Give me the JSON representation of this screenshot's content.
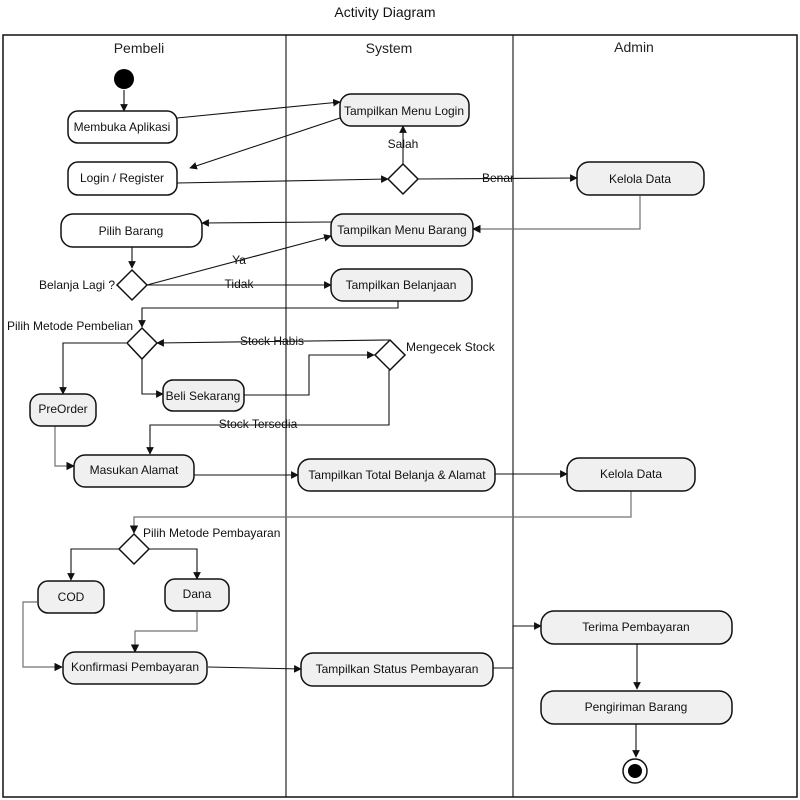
{
  "title": "Activity Diagram",
  "lanes": {
    "pembeli": "Pembeli",
    "system": "System",
    "admin": "Admin"
  },
  "nodes": {
    "membuka_aplikasi": "Membuka Aplikasi",
    "tampilkan_menu_login": "Tampilkan Menu Login",
    "login_register": "Login / Register",
    "kelola_data_1": "Kelola Data",
    "pilih_barang": "Pilih Barang",
    "tampilkan_menu_barang": "Tampilkan Menu Barang",
    "tampilkan_belanjaan": "Tampilkan Belanjaan",
    "preorder": "PreOrder",
    "beli_sekarang": "Beli Sekarang",
    "masukan_alamat": "Masukan Alamat",
    "tampilkan_total": "Tampilkan Total Belanja & Alamat",
    "kelola_data_2": "Kelola Data",
    "cod": "COD",
    "dana": "Dana",
    "konfirmasi_pembayaran": "Konfirmasi Pembayaran",
    "tampilkan_status": "Tampilkan Status Pembayaran",
    "terima_pembayaran": "Terima Pembayaran",
    "pengiriman_barang": "Pengiriman  Barang"
  },
  "decision_labels": {
    "salah": "Salah",
    "benar": "Benar",
    "belanja_lagi": "Belanja Lagi ?",
    "ya": "Ya",
    "tidak": "Tidak",
    "pilih_metode_pembelian": "Pilih Metode Pembelian",
    "stock_habis": "Stock Habis",
    "mengecek_stock": "Mengecek Stock",
    "stock_tersedia": "Stock Tersedia",
    "pilih_metode_pembayaran": "Pilih Metode Pembayaran"
  }
}
